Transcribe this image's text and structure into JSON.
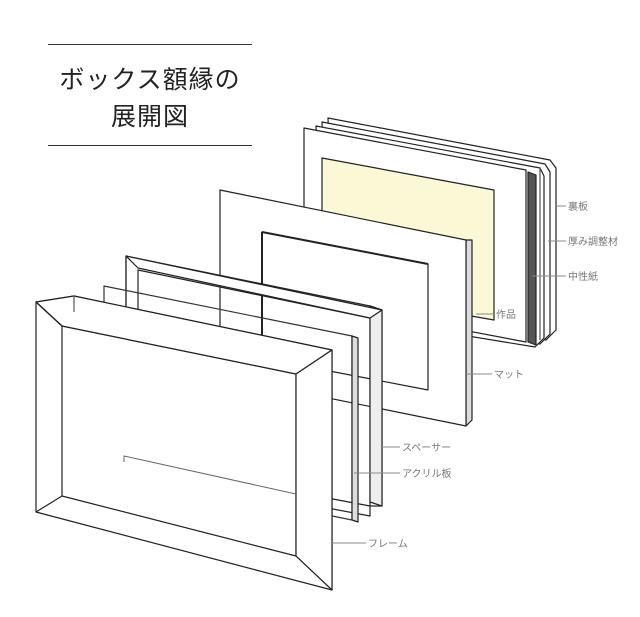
{
  "title": {
    "line1": "ボックス額縁の",
    "line2": "展開図"
  },
  "parts": [
    {
      "id": "back-board",
      "label": "裏板"
    },
    {
      "id": "thickness-adjuster",
      "label": "厚み調整材"
    },
    {
      "id": "neutral-paper",
      "label": "中性紙"
    },
    {
      "id": "artwork",
      "label": "作品"
    },
    {
      "id": "mat",
      "label": "マット"
    },
    {
      "id": "spacer",
      "label": "スペーサー"
    },
    {
      "id": "acrylic-board",
      "label": "アクリル板"
    },
    {
      "id": "frame",
      "label": "フレーム"
    }
  ],
  "colors": {
    "line": "#222222",
    "leader": "#888888",
    "artwork_fill": "#FBF8D6",
    "label_text": "#777777"
  }
}
